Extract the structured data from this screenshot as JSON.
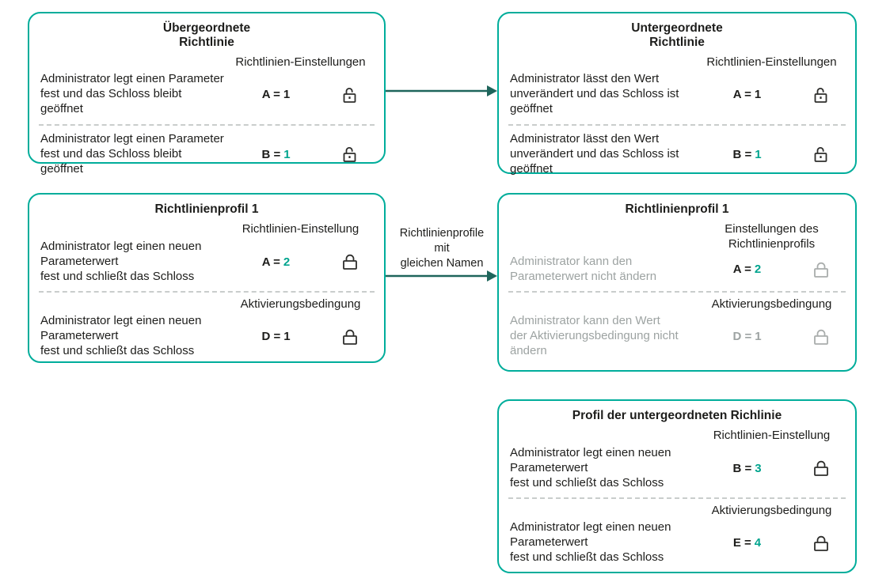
{
  "diagram": {
    "colors": {
      "box_border": "#00AD9B",
      "accent_teal": "#00A48E",
      "arrow": "#1E655B",
      "text": "#1D1D1B",
      "muted_text": "#9DA3A2",
      "divider": "#C9CDCC"
    },
    "arrows": {
      "middle_label_lines": [
        "Richtlinienprofile",
        "mit",
        "gleichen Namen"
      ]
    },
    "boxes": [
      {
        "name": "parent-policy",
        "title_lines": [
          "Übergeordnete",
          "Richtlinie"
        ],
        "rows": [
          {
            "colhead": "Richtlinien-Einstellungen",
            "desc_lines": [
              "Administrator legt einen Parameter",
              "fest und das Schloss bleibt geöffnet"
            ],
            "param": "A =",
            "num": "1",
            "lock": "open"
          },
          {
            "colhead": "",
            "desc_lines": [
              "Administrator legt einen Parameter",
              "fest und das Schloss bleibt geöffnet"
            ],
            "param": "B =",
            "num": "1",
            "lock": "open"
          }
        ]
      },
      {
        "name": "child-policy",
        "title_lines": [
          "Untergeordnete",
          "Richtlinie"
        ],
        "rows": [
          {
            "colhead": "Richtlinien-Einstellungen",
            "desc_lines": [
              "Administrator lässt den Wert",
              "unverändert und das Schloss ist",
              "geöffnet"
            ],
            "param": "A =",
            "num": "1",
            "lock": "open"
          },
          {
            "colhead": "",
            "desc_lines": [
              "Administrator lässt den Wert",
              "unverändert und das Schloss ist",
              "geöffnet"
            ],
            "param": "B =",
            "num": "1",
            "lock": "open"
          }
        ]
      },
      {
        "name": "policy-profile-1",
        "title_lines": [
          "Richtlinienprofil 1"
        ],
        "rows": [
          {
            "colhead": "Richtlinien-Einstellung",
            "desc_lines": [
              "Administrator legt einen neuen",
              "Parameterwert",
              "fest und schließt das Schloss"
            ],
            "param": "A =",
            "num": "2",
            "lock": "closed"
          },
          {
            "colhead": "Aktivierungsbedingung",
            "desc_lines": [
              "Administrator legt einen neuen",
              "Parameterwert",
              "fest und schließt das Schloss"
            ],
            "param": "D =",
            "num": "1",
            "lock": "closed"
          }
        ]
      },
      {
        "name": "policy-profile-1-inherited",
        "title_lines": [
          "Richtlinienprofil 1"
        ],
        "rows": [
          {
            "colhead_lines": [
              "Einstellungen des",
              "Richtlinienprofils"
            ],
            "desc_lines": [
              "Administrator kann den",
              "Parameterwert nicht ändern"
            ],
            "param": "A =",
            "num": "2",
            "lock": "closed-gray"
          },
          {
            "colhead": "Aktivierungsbedingung",
            "desc_lines": [
              "Administrator kann den Wert",
              "der Aktivierungsbedingung nicht",
              "ändern"
            ],
            "param": "D =",
            "num": "1",
            "lock": "closed-gray"
          }
        ]
      },
      {
        "name": "child-policy-profile",
        "title_lines": [
          "Profil der untergeordneten Richlinie"
        ],
        "rows": [
          {
            "colhead": "Richtlinien-Einstellung",
            "desc_lines": [
              "Administrator legt einen neuen",
              "Parameterwert",
              "fest und schließt das Schloss"
            ],
            "param": "B =",
            "num": "3",
            "lock": "closed"
          },
          {
            "colhead": "Aktivierungsbedingung",
            "desc_lines": [
              "Administrator legt einen neuen",
              "Parameterwert",
              "fest und schließt das Schloss"
            ],
            "param": "E =",
            "num": "4",
            "lock": "closed"
          }
        ]
      }
    ]
  }
}
